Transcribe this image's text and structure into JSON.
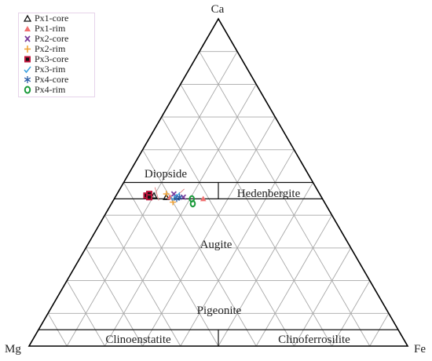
{
  "chart_data": {
    "type": "scatter",
    "diagram": "ternary",
    "vertices": {
      "top": "Ca",
      "left": "Mg",
      "right": "Fe"
    },
    "fields": [
      "Diopside",
      "Hedenbergite",
      "Augite",
      "Pigeonite",
      "Clinoenstatite",
      "Clinoferrosilite"
    ],
    "legend_position": "top-left",
    "series": [
      {
        "name": "Px1-core",
        "marker": "triangle-outline",
        "color": "#111111",
        "points": [
          {
            "Wo": 46.0,
            "En": 44.0,
            "Fs": 10.0
          },
          {
            "Wo": 45.5,
            "En": 41.0,
            "Fs": 13.5
          }
        ]
      },
      {
        "name": "Px1-rim",
        "marker": "triangle-filled",
        "color": "#f07070",
        "points": [
          {
            "Wo": 45.0,
            "En": 31.5,
            "Fs": 23.5
          },
          {
            "Wo": 45.5,
            "En": 40.0,
            "Fs": 14.5
          }
        ]
      },
      {
        "name": "Px2-core",
        "marker": "x",
        "color": "#7b3f9e",
        "points": [
          {
            "Wo": 45.5,
            "En": 36.5,
            "Fs": 18.0
          },
          {
            "Wo": 46.5,
            "En": 38.5,
            "Fs": 15.0
          }
        ]
      },
      {
        "name": "Px2-rim",
        "marker": "plus",
        "color": "#f0a030",
        "points": [
          {
            "Wo": 44.0,
            "En": 40.0,
            "Fs": 16.0
          },
          {
            "Wo": 46.5,
            "En": 40.5,
            "Fs": 13.0
          }
        ]
      },
      {
        "name": "Px3-core",
        "marker": "square-filled",
        "color": "#c0143c",
        "points": [
          {
            "Wo": 46.0,
            "En": 46.0,
            "Fs": 8.0
          },
          {
            "Wo": 46.5,
            "En": 45.0,
            "Fs": 8.5
          },
          {
            "Wo": 45.5,
            "En": 45.5,
            "Fs": 9.0
          }
        ]
      },
      {
        "name": "Px3-rim",
        "marker": "check",
        "color": "#3aa0e0",
        "points": [
          {
            "Wo": 45.5,
            "En": 39.0,
            "Fs": 15.5
          },
          {
            "Wo": 46.0,
            "En": 38.0,
            "Fs": 16.0
          }
        ]
      },
      {
        "name": "Px4-core",
        "marker": "asterisk",
        "color": "#2b5ea8",
        "points": [
          {
            "Wo": 45.0,
            "En": 38.5,
            "Fs": 16.5
          },
          {
            "Wo": 45.5,
            "En": 37.5,
            "Fs": 17.0
          }
        ]
      },
      {
        "name": "Px4-rim",
        "marker": "ring",
        "color": "#1a9a3a",
        "points": [
          {
            "Wo": 45.0,
            "En": 34.5,
            "Fs": 20.5
          },
          {
            "Wo": 43.5,
            "En": 35.0,
            "Fs": 21.5
          }
        ]
      }
    ]
  }
}
